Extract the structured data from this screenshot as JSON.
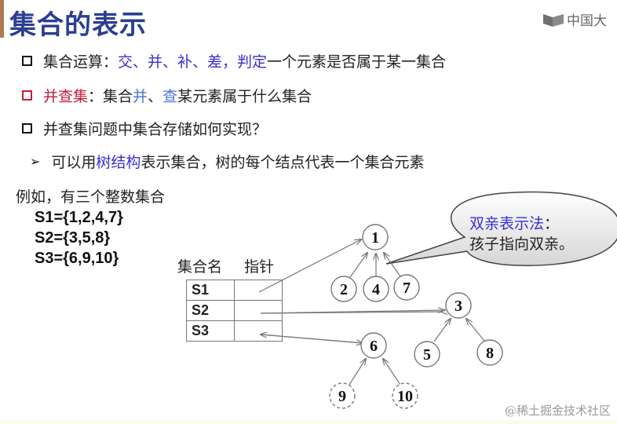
{
  "slide": {
    "title": "集合的表示",
    "logo_text": "中国大",
    "accent_colors": {
      "title": "#2b3f8f",
      "highlight_blue": "#3a2fd0",
      "highlight_red": "#c0203a",
      "left_bar": "#b07a52"
    }
  },
  "bullets": [
    {
      "icon": "square-bullet",
      "parts": [
        "集合运算：",
        "交、并、补、差，判定",
        "一个元素是否属于某一集合"
      ]
    },
    {
      "icon": "square-bullet-red",
      "parts": [
        "并查集",
        "：集合",
        "并",
        "、",
        "查",
        "某元素属于什么集合"
      ]
    },
    {
      "icon": "square-bullet",
      "parts": [
        "并查集问题中集合存储如何实现？"
      ]
    },
    {
      "icon": "arrow-bullet",
      "parts": [
        "可以用",
        "树结构",
        "表示集合，树的每个结点代表一个集合元素"
      ]
    }
  ],
  "example": {
    "intro": "例如，有三个整数集合",
    "sets": [
      "S1={1,2,4,7}",
      "S2={3,5,8}",
      "S3={6,9,10}"
    ]
  },
  "table": {
    "headers": [
      "集合名",
      "指针"
    ],
    "rows": [
      {
        "name": "S1",
        "pointer": ""
      },
      {
        "name": "S2",
        "pointer": ""
      },
      {
        "name": "S3",
        "pointer": ""
      }
    ]
  },
  "trees": {
    "nodes": [
      "1",
      "2",
      "4",
      "7",
      "3",
      "5",
      "8",
      "6",
      "9",
      "10"
    ]
  },
  "callout": {
    "title": "双亲表示法",
    "colon": "：",
    "body": "孩子指向双亲。"
  },
  "watermark": "@稀土掘金技术社区"
}
